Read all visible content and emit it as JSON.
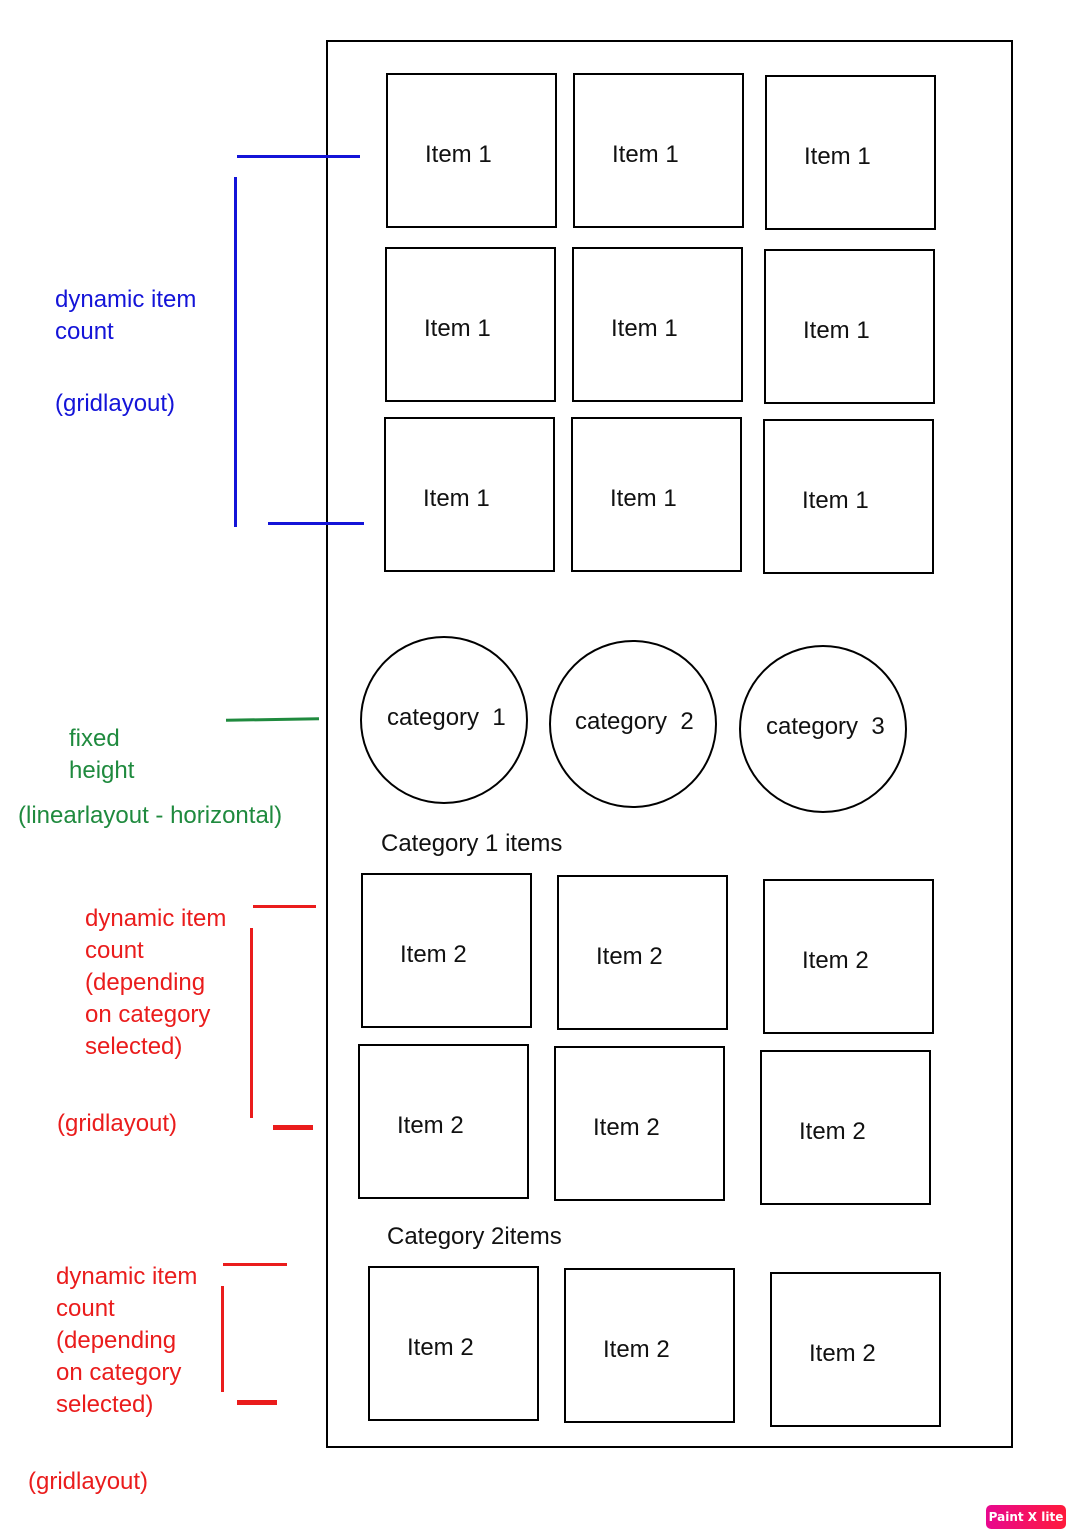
{
  "grid1": {
    "annotation": [
      "dynamic item",
      "count",
      "(gridlayout)"
    ],
    "items": [
      "Item 1",
      "Item 1",
      "Item 1",
      "Item 1",
      "Item 1",
      "Item 1",
      "Item 1",
      "Item 1",
      "Item 1"
    ]
  },
  "categories": {
    "annotation": [
      "fixed",
      "height",
      "(linearlayout - horizontal)"
    ],
    "items": [
      {
        "word": "category",
        "num": "1"
      },
      {
        "word": "category",
        "num": "2"
      },
      {
        "word": "category",
        "num": "3"
      }
    ]
  },
  "section1": {
    "heading": "Category 1 items",
    "annotation": [
      "dynamic item",
      "count",
      "(depending",
      "on category",
      "selected)",
      "(gridlayout)"
    ],
    "items": [
      "Item 2",
      "Item 2",
      "Item 2",
      "Item 2",
      "Item 2",
      "Item 2"
    ]
  },
  "section2": {
    "heading": "Category 2items",
    "annotation": [
      "dynamic item",
      "count",
      "(depending",
      "on category",
      "selected)",
      "(gridlayout)"
    ],
    "items": [
      "Item 2",
      "Item 2",
      "Item 2"
    ]
  },
  "watermark": "Paint X lite",
  "colors": {
    "grid_annotation": "#1414d8",
    "linear_annotation": "#1f8a3e",
    "category_annotation": "#ea1c1c"
  }
}
